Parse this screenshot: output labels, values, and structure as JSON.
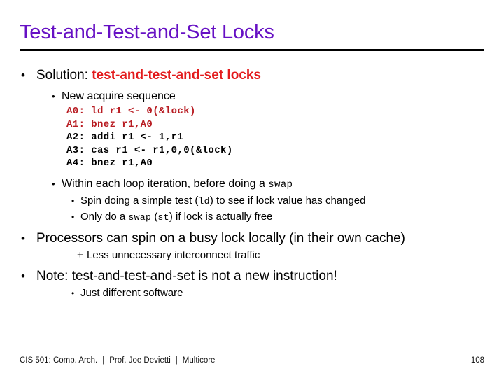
{
  "slide": {
    "title": "Test-and-Test-and-Set Locks",
    "title_color": "#6610c4",
    "accent_red": "#e31a1c",
    "code_red": "#b81c22",
    "bullet_glyph": "•",
    "plus_glyph": "+"
  },
  "content": {
    "solution": {
      "label": "Solution: ",
      "emphasis": "test-and-test-and-set locks"
    },
    "new_acquire": {
      "label": "New acquire sequence"
    },
    "code": [
      {
        "text": "A0: ld r1 <- 0(&lock)",
        "color": "red"
      },
      {
        "text": "A1: bnez r1,A0",
        "color": "red"
      },
      {
        "text": "A2: addi r1 <- 1,r1",
        "color": "black"
      },
      {
        "text": "A3: cas r1 <- r1,0,0(&lock)",
        "color": "black"
      },
      {
        "text": "A4: bnez r1,A0",
        "color": "black"
      }
    ],
    "within_loop": {
      "pre": "Within each loop iteration, before doing a ",
      "mono": "swap",
      "post": ""
    },
    "spin": {
      "pre": "Spin doing a simple test (",
      "mono": "ld",
      "post": ") to see if lock value has changed"
    },
    "only_do": {
      "pre": "Only do a ",
      "mono": "swap",
      "mid": " (",
      "mono2": "st",
      "post": ") if lock is actually free"
    },
    "processors": {
      "label": "Processors can spin on a busy lock locally (in their own cache)"
    },
    "less_traffic": {
      "label": "Less unnecessary interconnect traffic"
    },
    "note": {
      "label": "Note: test-and-test-and-set is not a new instruction!"
    },
    "just_software": {
      "label": "Just different software"
    }
  },
  "footer": {
    "course": "CIS 501: Comp. Arch.",
    "sep1": "|",
    "instructor": "Prof. Joe Devietti",
    "sep2": "|",
    "topic": "Multicore",
    "page": "108"
  }
}
